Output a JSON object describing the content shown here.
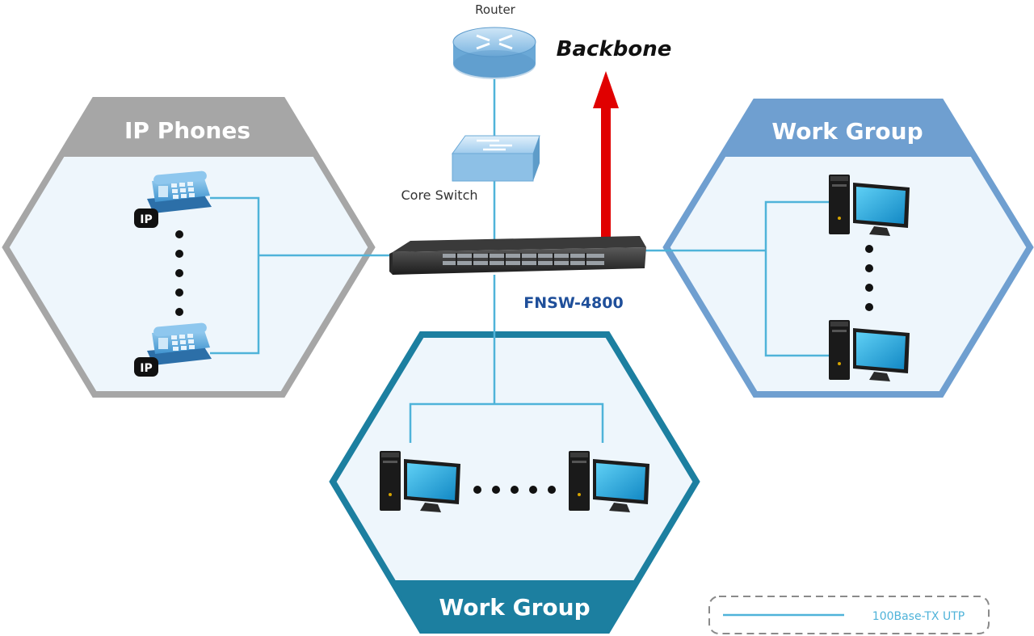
{
  "diagram": {
    "router_label": "Router",
    "backbone_label": "Backbone",
    "core_switch_label": "Core Switch",
    "main_switch_label": "FNSW-4800",
    "ip_phones_title": "IP Phones",
    "ip_badge": "IP",
    "right_group_title": "Work Group",
    "bottom_group_title": "Work Group",
    "legend_label": "100Base-TX UTP"
  },
  "colors": {
    "link": "#4fb3d9",
    "backbone_arrow": "#e00000",
    "gray_group": "#a6a6a6",
    "light_blue_group": "#6f9fd0",
    "teal_group": "#1c7fa0",
    "group_fill": "#eef6fc",
    "switch_label": "#1f4f9a"
  },
  "icons": [
    "router-icon",
    "core-switch-icon",
    "main-switch-icon",
    "ip-phone-icon",
    "desktop-computer-icon",
    "backbone-arrow-icon"
  ]
}
